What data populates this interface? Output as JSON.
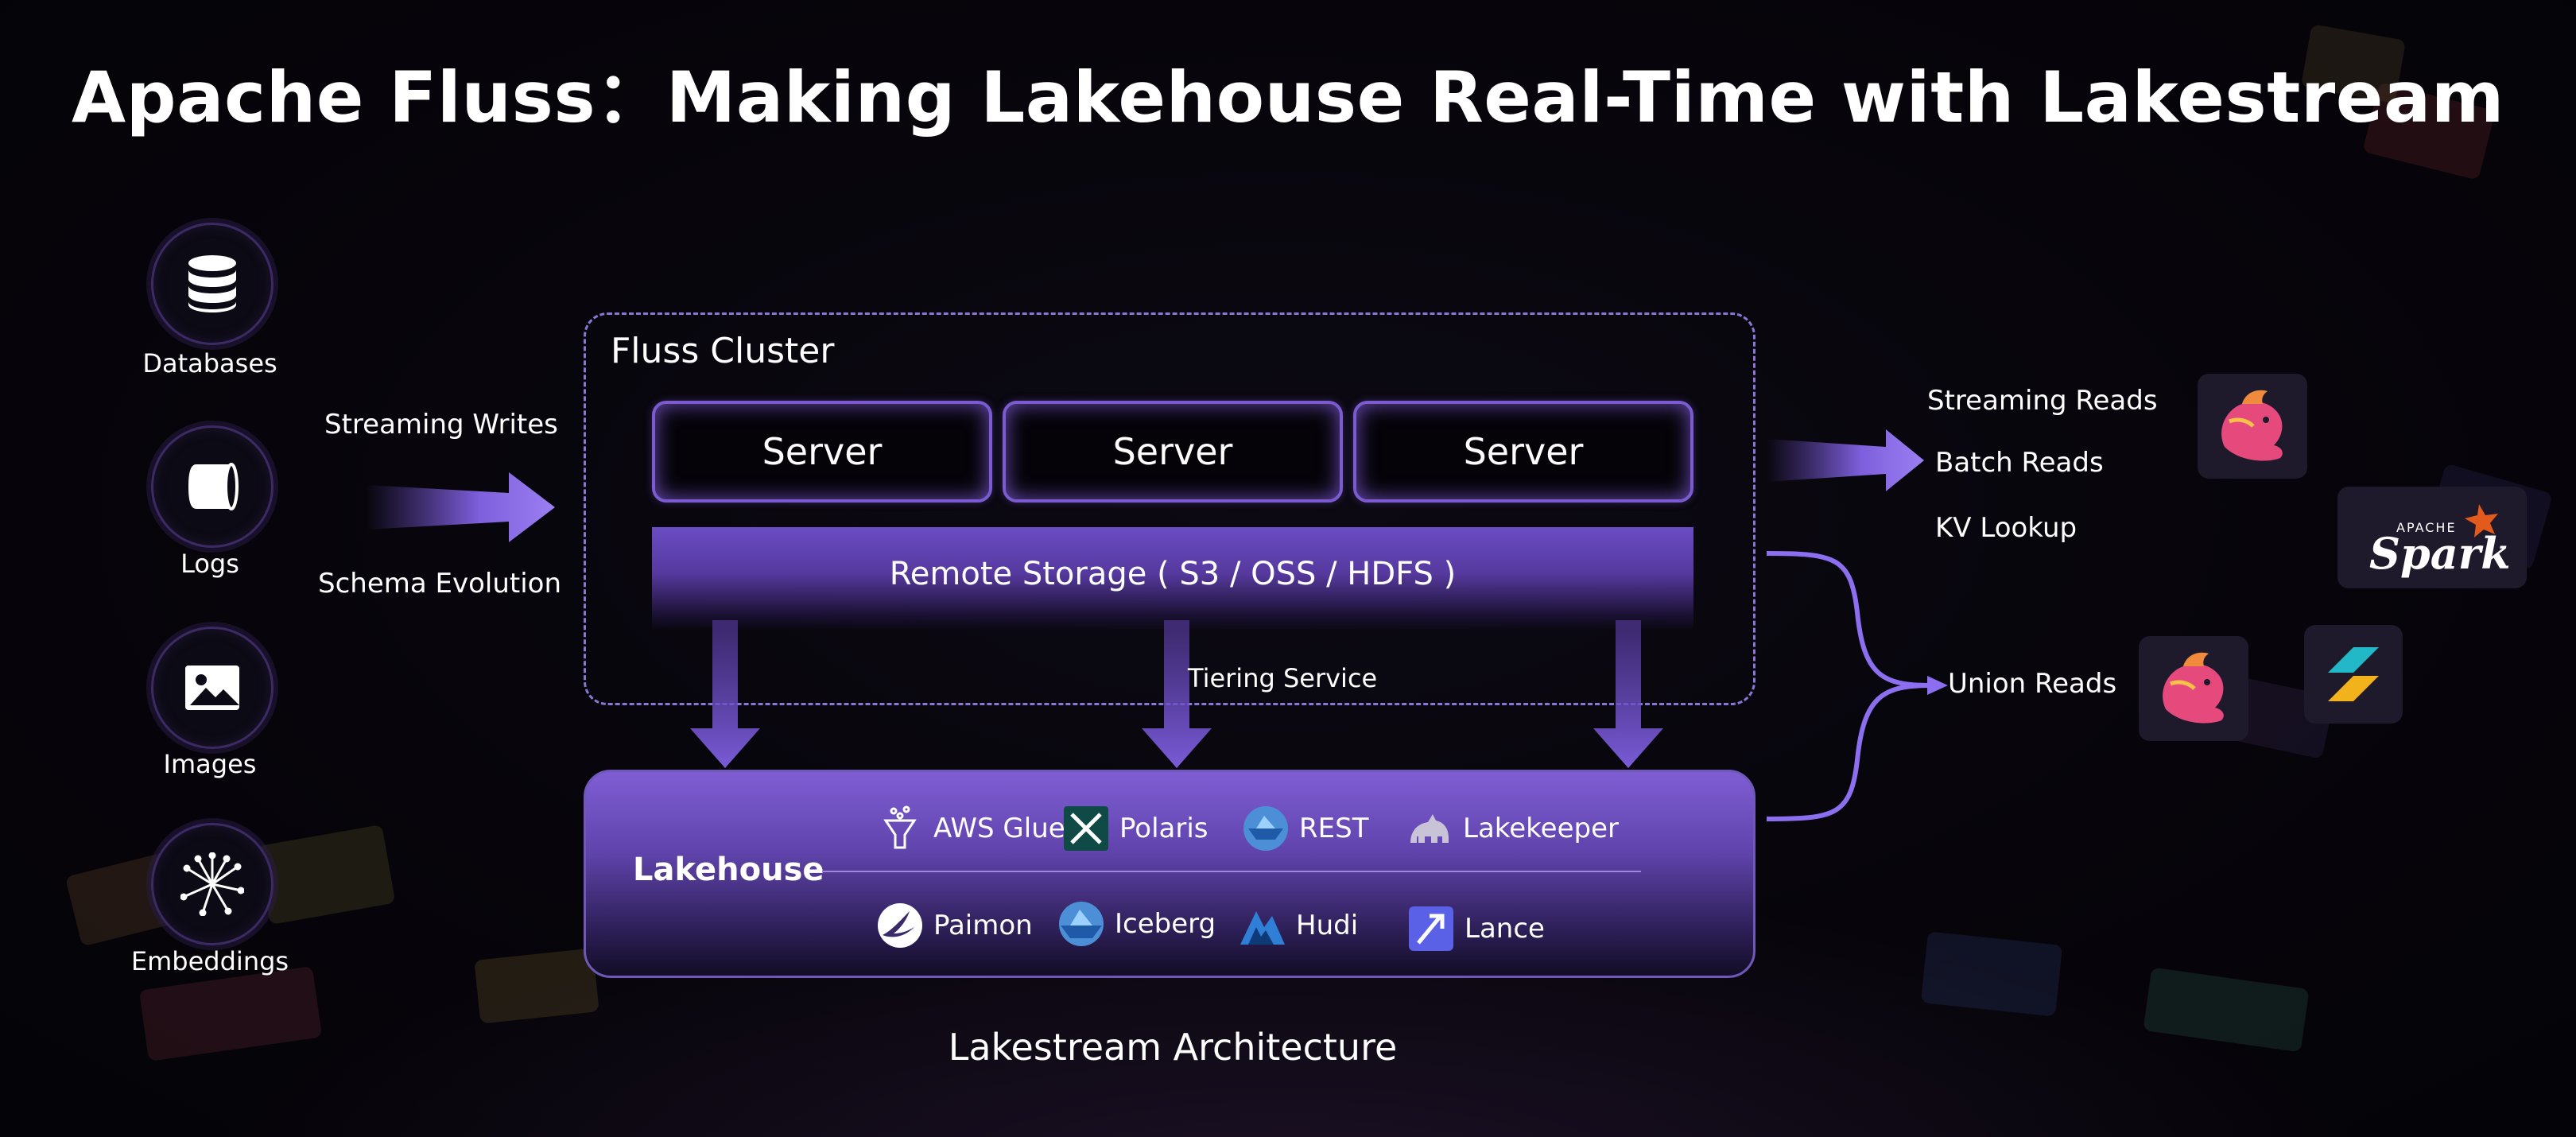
{
  "title": "Apache Fluss：Making Lakehouse Real-Time with Lakestream",
  "sources": {
    "databases": "Databases",
    "logs": "Logs",
    "images": "Images",
    "embeddings": "Embeddings"
  },
  "writes": {
    "streaming_writes": "Streaming Writes",
    "schema_evolution": "Schema Evolution"
  },
  "cluster": {
    "title": "Fluss Cluster",
    "servers": [
      "Server",
      "Server",
      "Server"
    ],
    "remote_storage": "Remote Storage ( S3 / OSS / HDFS )",
    "tiering_service": "Tiering Service"
  },
  "lakehouse": {
    "title": "Lakehouse",
    "catalogs": [
      "AWS Glue",
      "Polaris",
      "REST",
      "Lakekeeper"
    ],
    "formats": [
      "Paimon",
      "Iceberg",
      "Hudi",
      "Lance"
    ]
  },
  "reads": {
    "streaming_reads": "Streaming Reads",
    "batch_reads": "Batch Reads",
    "kv_lookup": "KV Lookup",
    "union_reads": "Union Reads",
    "spark_small": "APACHE",
    "spark": "Spark"
  },
  "caption": "Lakestream Architecture",
  "colors": {
    "accent": "#8b6ff0",
    "arrow": "#6d4fc6",
    "background": "#07050b"
  }
}
